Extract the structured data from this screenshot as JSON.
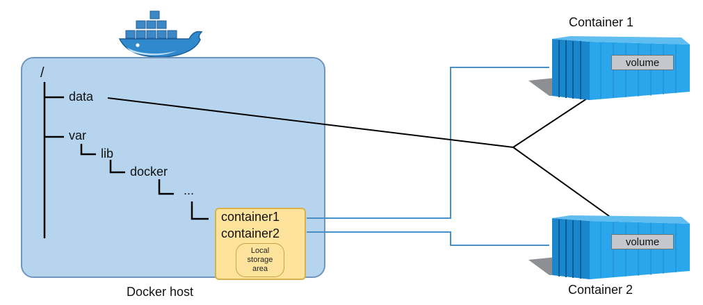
{
  "host": {
    "caption": "Docker host",
    "root": "/",
    "tree": {
      "data": "data",
      "var": "var",
      "lib": "lib",
      "docker": "docker",
      "ellipsis": "..."
    },
    "storage": {
      "container1": "container1",
      "container2": "container2",
      "local_storage": "Local\nstorage\narea"
    }
  },
  "containers": [
    {
      "title": "Container 1",
      "volume": "volume"
    },
    {
      "title": "Container 2",
      "volume": "volume"
    }
  ],
  "colors": {
    "host_fill": "#b6d4ee",
    "storage_fill": "#fde39c",
    "container_blue": "#1d9be0",
    "link_blue": "#4a90c8",
    "link_black": "#000000"
  },
  "icons": [
    "docker-whale-logo",
    "shipping-container-icon"
  ]
}
